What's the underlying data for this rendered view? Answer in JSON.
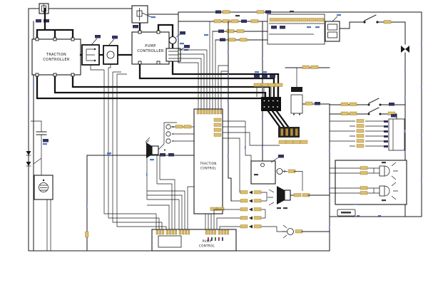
{
  "diagram": {
    "type": "electrical-wiring-schematic",
    "blocks": {
      "traction_controller": {
        "line1": "TRACTION",
        "line2": "CONTROLLER"
      },
      "pump_controller": {
        "line1": "PUMP",
        "line2": "CONTROLLER"
      },
      "traction_control_card": {
        "line1": "TRACTION",
        "line2": "CONTROL"
      },
      "pump_control_card": {
        "line1": "PUMP",
        "line2": "CONTROL"
      }
    },
    "colors": {
      "background": "#ffffff",
      "wire": "#1a1a1a",
      "tag_yellow": "#ddbe6c",
      "tag_dark_navy": "#32325e",
      "label_blue": "#4f79bd",
      "connector_pin_tan": "#b98c3a"
    },
    "icons": [
      "fuse-icon",
      "capacitor-icon",
      "diode-icon",
      "hour-meter-icon",
      "contactor-coil-icon",
      "contactor-contact-icon",
      "motor-icon",
      "resistor-icon",
      "horn-icon",
      "backup-alarm-icon",
      "key-switch-icon",
      "headlight-icon",
      "indicator-lamp-icon",
      "toggle-switch-icon",
      "connector-block-icon",
      "relay-icon",
      "arrow-connector-icon"
    ]
  }
}
